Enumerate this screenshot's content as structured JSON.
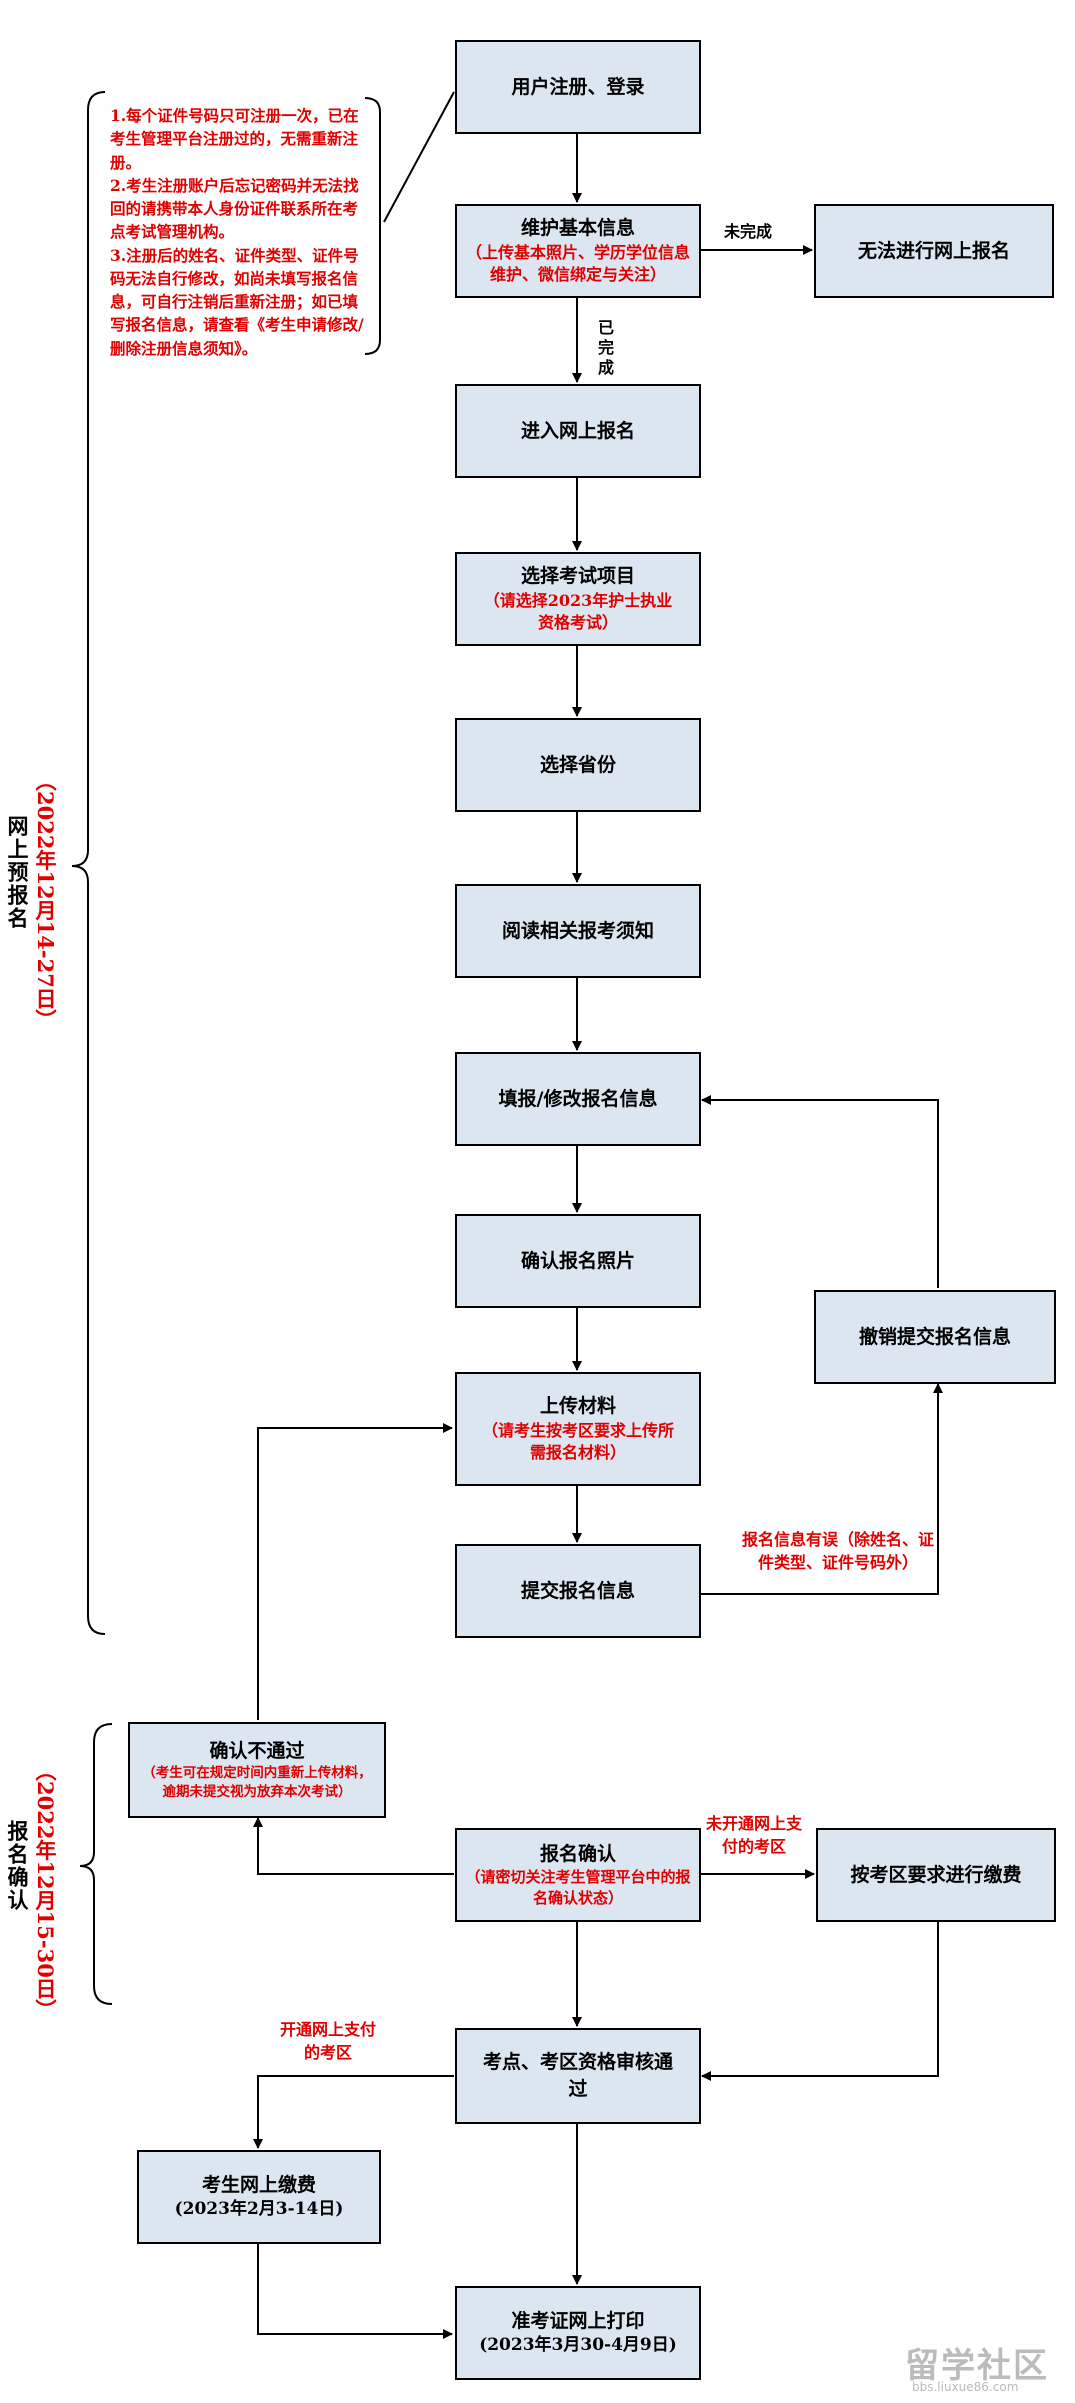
{
  "nodes": {
    "register": {
      "title": "用户注册、登录"
    },
    "maintain": {
      "title": "维护基本信息",
      "sub": "（上传基本照片、学历学位信息维护、微信绑定与关注）"
    },
    "cannot": {
      "title": "无法进行网上报名"
    },
    "enter": {
      "title": "进入网上报名"
    },
    "select_exam": {
      "title": "选择考试项目",
      "sub": "（请选择2023年护士执业资格考试）"
    },
    "select_province": {
      "title": "选择省份"
    },
    "read_notice": {
      "title": "阅读相关报考须知"
    },
    "fill_info": {
      "title": "填报/修改报名信息"
    },
    "confirm_photo": {
      "title": "确认报名照片"
    },
    "upload": {
      "title": "上传材料",
      "sub": "（请考生按考区要求上传所需报名材料）"
    },
    "submit": {
      "title": "提交报名信息"
    },
    "revoke": {
      "title": "撤销提交报名信息"
    },
    "not_pass": {
      "title": "确认不通过",
      "sub": "（考生可在规定时间内重新上传材料，逾期未提交视为放弃本次考试）"
    },
    "confirm": {
      "title": "报名确认",
      "sub": "（请密切关注考生管理平台中的报名确认状态）"
    },
    "pay_area": {
      "title": "按考区要求进行缴费"
    },
    "review": {
      "title": "考点、考区资格审核通过"
    },
    "pay_online": {
      "title": "考生网上缴费",
      "sub": "(2023年2月3-14日)"
    },
    "print": {
      "title": "准考证网上打印",
      "sub": "(2023年3月30-4月9日)"
    }
  },
  "edge_labels": {
    "not_done": "未完成",
    "done": "已完成",
    "info_error": "报名信息有误（除姓名、证件类型、证件号码外）",
    "no_online_pay": "未开通网上支付的考区",
    "online_pay": "开通网上支付的考区"
  },
  "notes": [
    "1.每个证件号码只可注册一次，已在考生管理平台注册过的，无需重新注册。",
    "2.考生注册账户后忘记密码并无法找回的请携带本人身份证件联系所在考点考试管理机构。",
    "3.注册后的姓名、证件类型、证件号码无法自行修改，如尚未填写报名信息，可自行注销后重新注册；如已填写报名信息，请查看《考生申请修改/删除注册信息须知》。"
  ],
  "phases": {
    "pre": {
      "name": "网上预报名",
      "date": "（2022年12月14-27日）"
    },
    "confirm": {
      "name": "报名确认",
      "date": "（2022年12月15-30日）"
    }
  },
  "watermark": {
    "logo": "留学社区",
    "url": "bbs.liuxue86.com"
  },
  "colors": {
    "box_fill": "#dce6f1",
    "red": "#e00000",
    "line": "#000000"
  }
}
